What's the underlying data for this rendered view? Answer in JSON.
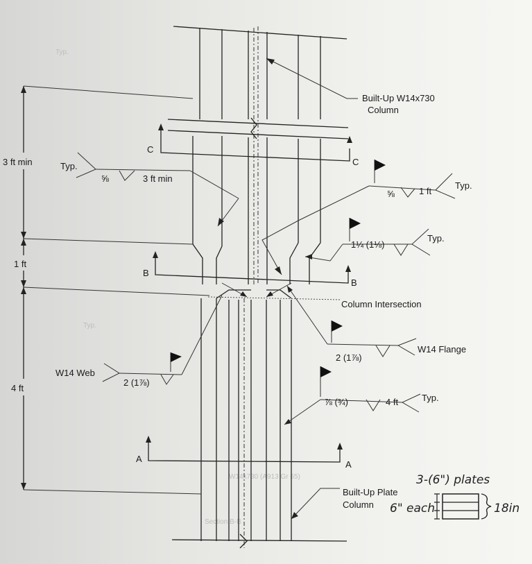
{
  "labels": {
    "column_title_1": "Built-Up W14x730",
    "column_title_2": "Column",
    "section_c_left": "C",
    "section_c_right": "C",
    "section_b_left": "B",
    "section_b_right": "B",
    "section_a_left": "A",
    "section_a_right": "A",
    "dim_3ft": "3 ft min",
    "dim_1ft": "1 ft",
    "dim_4ft": "4 ft",
    "weld_left_typ": "Typ.",
    "weld_left_size": "⅝",
    "weld_left_len": "3 ft min",
    "weld_right_size": "⅝",
    "weld_right_len": "1 ft",
    "weld_right_typ": "Typ.",
    "weld_mid_size": "1¼ (1⅛)",
    "weld_mid_typ": "Typ.",
    "column_intersection": "Column Intersection",
    "w14_flange": "W14 Flange",
    "flange_weld": "2 (1⅞)",
    "w14_web": "W14 Web",
    "web_weld": "2 (1⅞)",
    "lower_weld_size": "⅞ (¾)",
    "lower_weld_len": "4 ft",
    "lower_weld_typ": "Typ.",
    "builtup_plate_1": "Built-Up Plate",
    "builtup_plate_2": "Column"
  },
  "handwritten": {
    "plates": "3-(6\") plates",
    "each": "6\" each",
    "total": "18in"
  }
}
